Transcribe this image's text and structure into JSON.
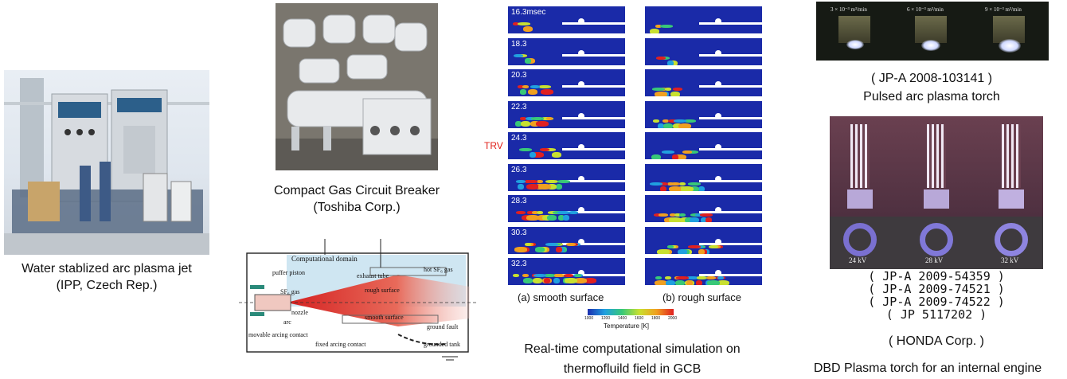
{
  "captions": {
    "plasma_jet_line1": "Water stablized arc plasma jet",
    "plasma_jet_line2": "(IPP, Czech Rep.)",
    "gcb_line1": "Compact Gas Circuit Breaker",
    "gcb_line2": "(Toshiba Corp.)",
    "sim_line1": "Real-time computational simulation on",
    "sim_line2": "thermofluild field in GCB",
    "pulsed_patent": "( JP-A 2008-103141 )",
    "pulsed_title": "Pulsed arc plasma torch",
    "dbd_patents": [
      "( JP-A 2009-54359 )",
      "( JP-A 2009-74521 )",
      "( JP-A 2009-74522 )",
      "( JP 5117202 )"
    ],
    "honda": "( HONDA Corp. )",
    "dbd_title": "DBD Plasma torch for an internal engine"
  },
  "schematic": {
    "computational_domain": "Computational domain",
    "puffer_piston": "puffer piston",
    "sf6_gas": "SF₆ gas",
    "exhaust_tube": "exhaust tube",
    "hot_sf6_gas": "hot SF₆ gas",
    "rough_surface": "rough surface",
    "smooth_surface": "smooth surface",
    "nozzle": "nozzle",
    "arc": "arc",
    "movable_arcing_contact": "movable arcing contact",
    "fixed_arcing_contact": "fixed arcing contact",
    "ground_fault": "ground fault",
    "grounded_tank": "grounded tank"
  },
  "simulation": {
    "trv_label": "TRV",
    "trv_color": "#e0201a",
    "times": [
      "16.3msec",
      "18.3",
      "20.3",
      "22.3",
      "24.3",
      "26.3",
      "28.3",
      "30.3",
      "32.3"
    ],
    "col_a": "(a) smooth surface",
    "col_b": "(b) rough surface",
    "colorbar_ticks": [
      "1000",
      "1200",
      "1400",
      "1600",
      "1800",
      "2000"
    ],
    "colorbar_label": "Temperature [K]",
    "panel_color": "#1a2aa8"
  },
  "pulsed_flow_labels": [
    "3 × 10⁻³ m³/min",
    "6 × 10⁻³ m³/min",
    "9 × 10⁻³ m³/min"
  ],
  "dbd_voltages": [
    "24 kV",
    "28 kV",
    "32 kV"
  ]
}
